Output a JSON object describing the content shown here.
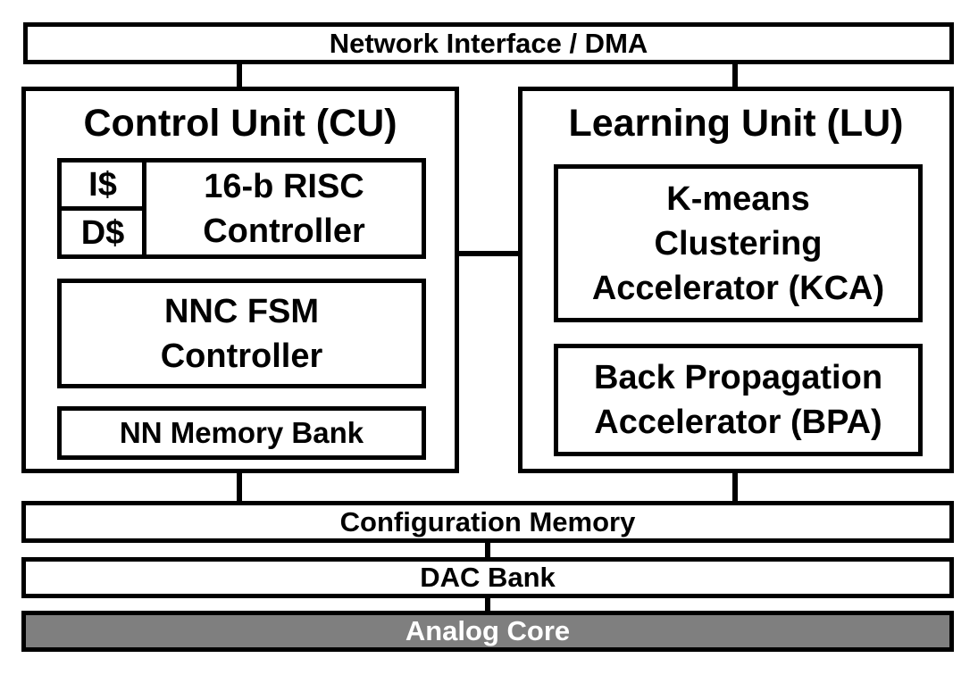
{
  "network_interface": {
    "label": "Network Interface / DMA"
  },
  "control_unit": {
    "title": "Control Unit (CU)",
    "icache": "I$",
    "dcache": "D$",
    "risc_controller": [
      "16-b RISC",
      "Controller"
    ],
    "nnc_fsm": [
      "NNC FSM",
      "Controller"
    ],
    "nn_memory": "NN Memory Bank"
  },
  "learning_unit": {
    "title": "Learning Unit (LU)",
    "kca": [
      "K-means",
      "Clustering",
      "Accelerator (KCA)"
    ],
    "bpa": [
      "Back Propagation",
      "Accelerator (BPA)"
    ]
  },
  "configuration_memory": {
    "label": "Configuration Memory"
  },
  "dac_bank": {
    "label": "DAC Bank"
  },
  "analog_core": {
    "label": "Analog Core",
    "fill": "#7f7f7f",
    "text_color": "#ffffff"
  }
}
